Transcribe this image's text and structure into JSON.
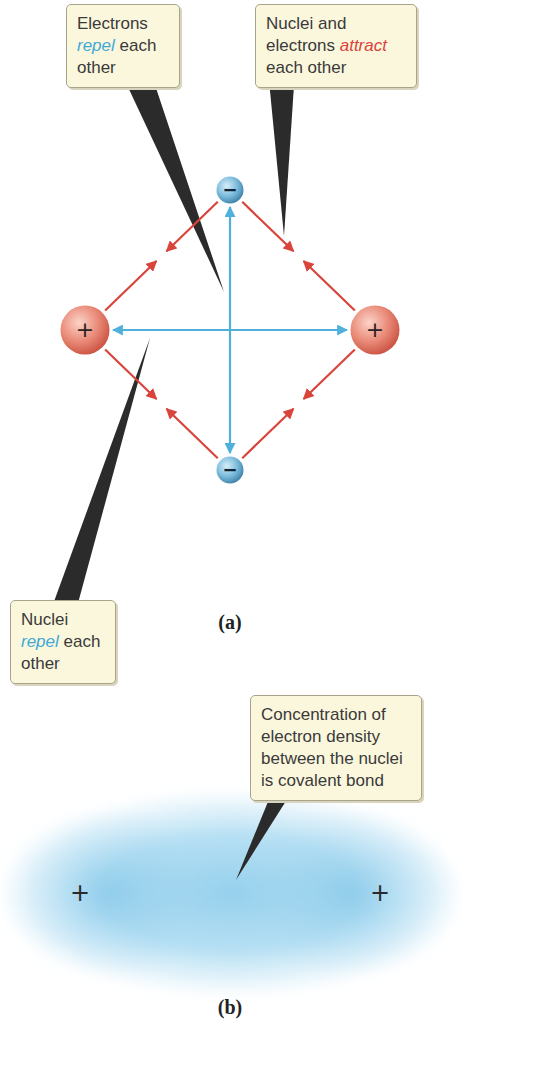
{
  "diagram": {
    "nodes": [
      {
        "text": [
          "Electrons repel each other"
        ]
      },
      {
        "text": [
          "Nuclei and electrons attract each other"
        ]
      },
      {
        "text": [
          "−"
        ]
      },
      {
        "text": [
          "+"
        ]
      },
      {
        "text": [
          "+"
        ]
      },
      {
        "text": [
          "−"
        ]
      },
      {
        "text": [
          "Nuclei repel each other"
        ]
      },
      {
        "text": [
          "Concentration of electron density between the nuclei is covalent bond"
        ]
      }
    ],
    "edges": [
      {
        "from": 3,
        "to": 2,
        "arrow": "both"
      },
      {
        "from": 2,
        "to": 4,
        "arrow": "both"
      },
      {
        "from": 3,
        "to": 5,
        "arrow": "both"
      },
      {
        "from": 5,
        "to": 4,
        "arrow": "both"
      },
      {
        "from": 3,
        "to": 4,
        "arrow": "both"
      },
      {
        "from": 2,
        "to": 5,
        "arrow": "both"
      }
    ],
    "labels": [
      "(a)",
      "+",
      "+",
      "(b)"
    ]
  }
}
